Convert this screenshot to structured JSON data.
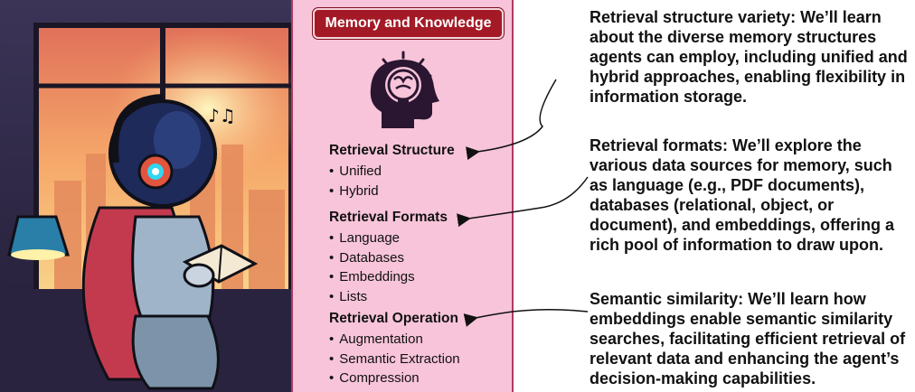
{
  "panel": {
    "title": "Memory and Knowledge",
    "sections": [
      {
        "title": "Retrieval Structure",
        "items": [
          "Unified",
          "Hybrid"
        ]
      },
      {
        "title": "Retrieval Formats",
        "items": [
          "Language",
          "Databases",
          "Embeddings",
          "Lists"
        ]
      },
      {
        "title": "Retrieval Operation",
        "items": [
          "Augmentation",
          "Semantic Extraction",
          "Compression"
        ]
      }
    ]
  },
  "descriptions": [
    {
      "lines": [
        "Retrieval structure variety: We’ll learn",
        "about the diverse memory structures",
        "agents can employ, including unified and",
        "hybrid approaches, enabling flexibility in",
        "information storage."
      ]
    },
    {
      "lines": [
        "Retrieval formats: We’ll explore the",
        "various data sources for memory, such",
        "as language (e.g., PDF documents),",
        "databases (relational, object, or",
        "document), and embeddings, offering a",
        "rich pool of information to draw upon."
      ]
    },
    {
      "lines": [
        "Semantic similarity: We’ll learn how",
        "embeddings enable semantic similarity",
        "searches, facilitating efficient retrieval of",
        "relevant data and enhancing the agent’s",
        "decision-making capabilities."
      ]
    }
  ],
  "colors": {
    "panel_bg": "#f8c4d9",
    "title_bg": "#a31a26"
  },
  "icons": [
    "robot-reading-illustration",
    "head-lightbulb-icon"
  ]
}
